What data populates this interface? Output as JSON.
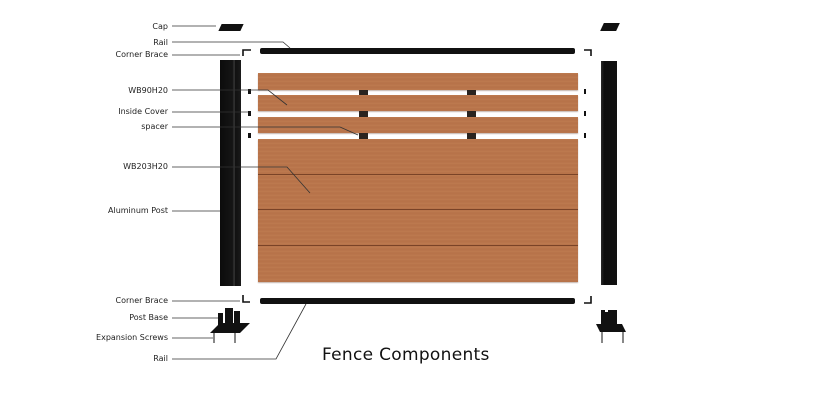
{
  "title": "Fence Components",
  "labels": {
    "cap": "Cap",
    "rail_top": "Rail",
    "corner_brace_top": "Corner Brace",
    "wb90h20": "WB90H20",
    "inside_cover": "Inside  Cover",
    "spacer": "spacer",
    "wb203h20": "WB203H20",
    "aluminum_post": "Aluminum Post",
    "corner_brace_bottom": "Corner Brace",
    "post_base": "Post Base",
    "expansion_screws": "Expansion Screws",
    "rail_bottom": "Rail"
  },
  "colors": {
    "wood": "#B8734A",
    "groove": "#7A4327",
    "metal": "#111111",
    "leader": "#333333"
  }
}
